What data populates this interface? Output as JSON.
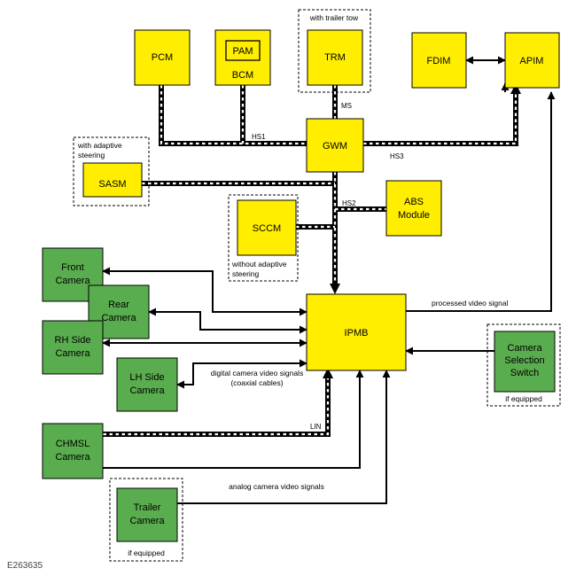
{
  "modules": {
    "pcm": "PCM",
    "pam": "PAM",
    "bcm": "BCM",
    "trm": "TRM",
    "fdim": "FDIM",
    "apim": "APIM",
    "gwm": "GWM",
    "sasm": "SASM",
    "sccm": "SCCM",
    "abs": [
      "ABS",
      "Module"
    ],
    "ipmb": "IPMB"
  },
  "cameras": {
    "front": [
      "Front",
      "Camera"
    ],
    "rear": [
      "Rear",
      "Camera"
    ],
    "rh_side": [
      "RH Side",
      "Camera"
    ],
    "lh_side": [
      "LH Side",
      "Camera"
    ],
    "chmsl": [
      "CHMSL",
      "Camera"
    ],
    "trailer": [
      "Trailer",
      "Camera"
    ],
    "selection_switch": [
      "Camera",
      "Selection",
      "Switch"
    ]
  },
  "notes": {
    "trailer_tow": "with trailer tow",
    "adaptive_steering": [
      "with adaptive",
      "steering"
    ],
    "without_adaptive": [
      "without adaptive",
      "steering"
    ],
    "if_equipped_switch": "if equipped",
    "if_equipped_trailer": "if equipped"
  },
  "buses": {
    "ms": "MS",
    "hs1": "HS1",
    "hs2": "HS2",
    "hs3": "HS3",
    "lin": "LIN"
  },
  "signals": {
    "processed": "processed video signal",
    "digital": [
      "digital camera video signals",
      "(coaxial cables)"
    ],
    "analog": "analog camera video signals"
  },
  "reference": "E263635",
  "colors": {
    "module_fill": "#ffee00",
    "camera_fill": "#5aad4e",
    "stroke": "#000000",
    "bus_dash": "#ffffff"
  }
}
